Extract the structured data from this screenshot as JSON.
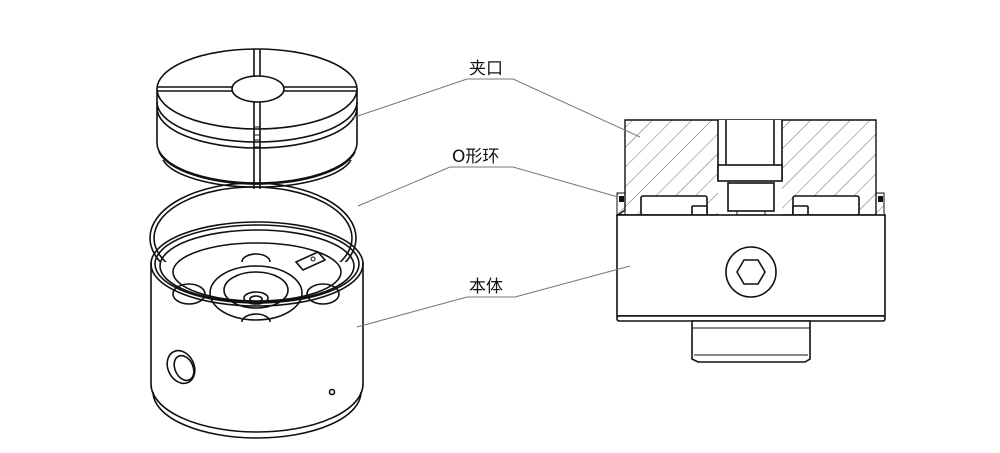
{
  "diagram": {
    "type": "exploded assembly + section view",
    "labels": [
      {
        "id": "jaw",
        "text": "夹口"
      },
      {
        "id": "o-ring",
        "text": "O形环"
      },
      {
        "id": "body",
        "text": "本体"
      }
    ],
    "colors": {
      "line": "#111111",
      "leader": "#777777",
      "background": "#ffffff"
    }
  }
}
